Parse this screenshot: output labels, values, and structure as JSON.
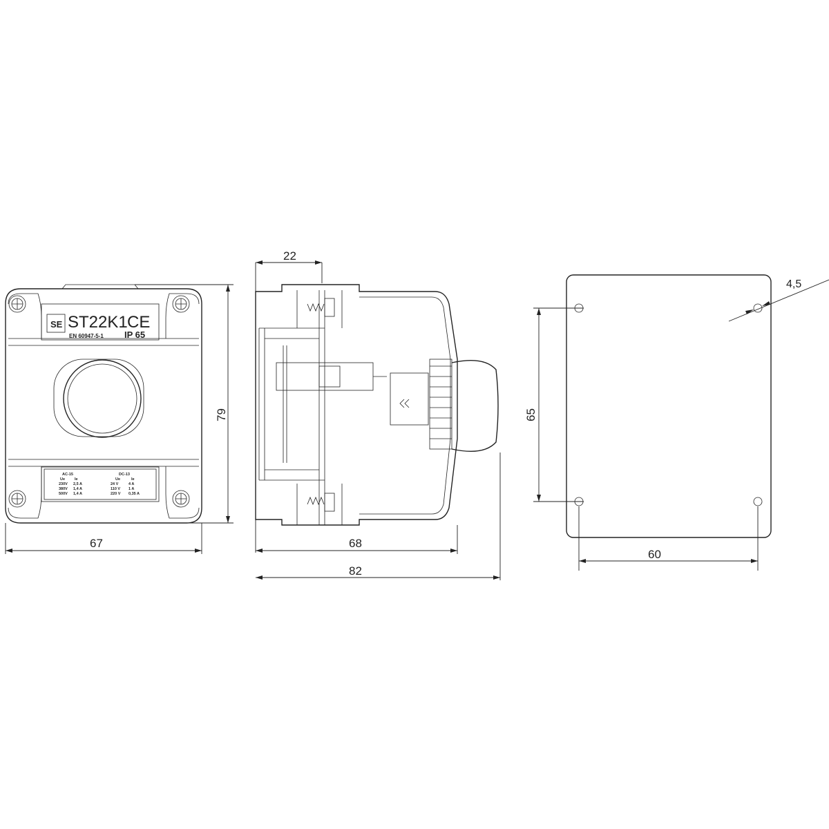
{
  "front_view": {
    "model_label": "ST22K1",
    "ce_mark": "CE",
    "logo_text": "SE",
    "standard": "EN 60947-5-1",
    "ip_rating": "IP 65",
    "rating_plate": {
      "ac": {
        "title": "AC-15",
        "ue": "Ue",
        "ie": "Ie",
        "rows": [
          [
            "230V",
            "2,5 A"
          ],
          [
            "380V",
            "1,4 A"
          ],
          [
            "500V",
            "1,4 A"
          ]
        ]
      },
      "dc": {
        "title": "DC-13",
        "ue": "Ue",
        "ie": "Ie",
        "rows": [
          [
            "24 V",
            "4 A"
          ],
          [
            "110 V",
            "1 A"
          ],
          [
            "220 V",
            "0,35 A"
          ]
        ]
      }
    },
    "width_dim": "67",
    "height_dim": "79"
  },
  "side_view": {
    "top_dim": "22",
    "body_dim": "68",
    "total_dim": "82"
  },
  "mounting_view": {
    "hole_dim": "4,5",
    "vertical_dim": "65",
    "horizontal_dim": "60"
  }
}
